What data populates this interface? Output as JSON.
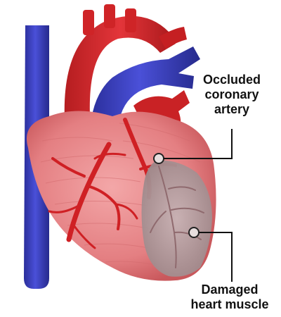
{
  "diagram": {
    "labels": {
      "occluded_artery": [
        "Occluded",
        "coronary",
        "artery"
      ],
      "damaged_muscle": [
        "Damaged",
        "heart muscle"
      ]
    },
    "colors": {
      "vein_blue": "#3a3fbf",
      "artery_red": "#d8282b",
      "heart_pink": "#e98a8c",
      "heart_shadow": "#c9585c",
      "damaged_gray": "#b9a3a5",
      "leader_line": "#111111"
    }
  }
}
